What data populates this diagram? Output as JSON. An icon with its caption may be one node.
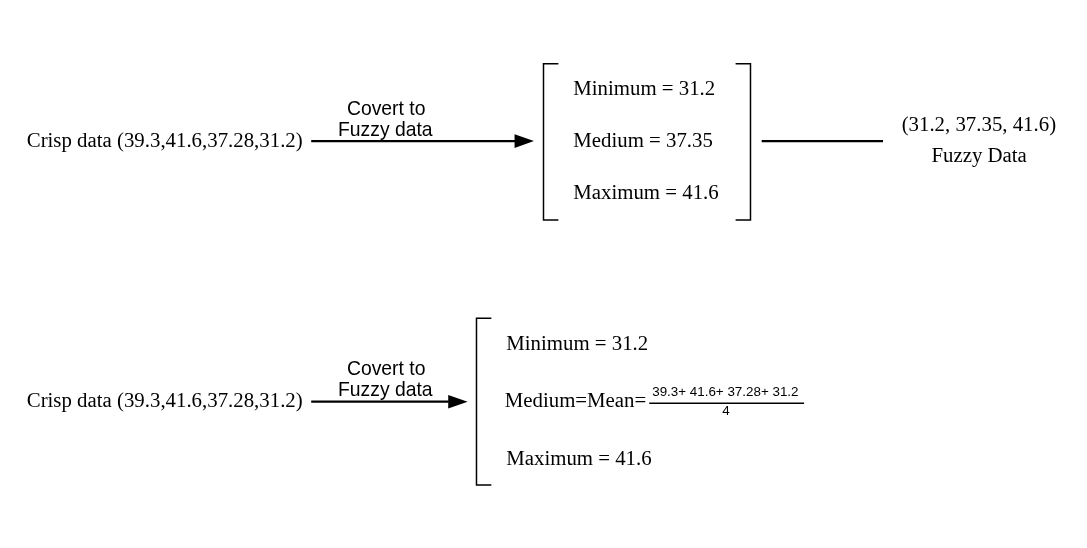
{
  "diagram": {
    "nodes": [
      {
        "text": [
          "Crisp data (39.3,41.6,37.28,31.2)"
        ]
      },
      {
        "text": [
          "Minimum = 31.2",
          "Medium=Mean=",
          "39.3+ 41.6+ 37.28+ 31.2",
          "4",
          "Maximum = 41.6"
        ]
      },
      {
        "text": [
          "Crisp data (39.3,41.6,37.28,31.2)"
        ]
      },
      {
        "text": [
          "Minimum = 31.2",
          "Medium = 37.35",
          "Maximum = 41.6"
        ]
      },
      {
        "text": [
          "(31.2, 37.35, 41.6)"
        ],
        "beside": [
          "Fuzzy Data"
        ]
      }
    ],
    "edges": [
      {
        "from": 0,
        "to": 1,
        "arrow": "to",
        "label": "Covert to Fuzzy data"
      },
      {
        "from": 2,
        "to": 3,
        "arrow": "to",
        "label": "Covert to Fuzzy data"
      },
      {
        "from": 3,
        "to": 4,
        "arrow": "none"
      }
    ]
  }
}
